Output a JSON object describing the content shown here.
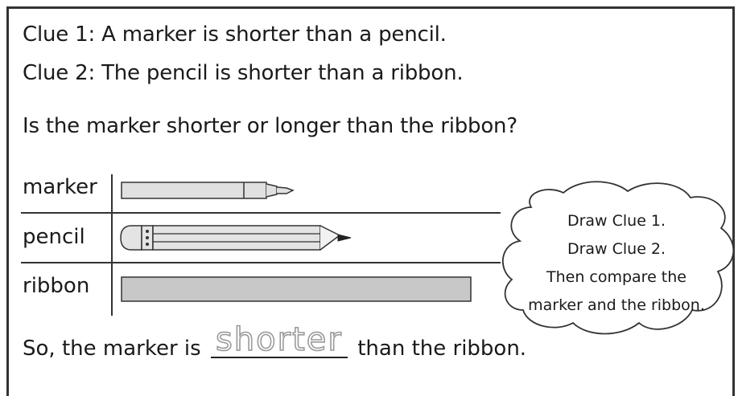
{
  "clues": {
    "clue1": "Clue 1: A marker is shorter than a pencil.",
    "clue2": "Clue 2: The pencil is shorter than a ribbon."
  },
  "question": "Is the marker shorter or longer than the ribbon?",
  "table": {
    "rows": [
      {
        "label": "marker",
        "object": "marker-drawing"
      },
      {
        "label": "pencil",
        "object": "pencil-drawing"
      },
      {
        "label": "ribbon",
        "object": "ribbon-bar"
      }
    ]
  },
  "hint_cloud": {
    "lines": [
      "Draw Clue 1.",
      "Draw Clue 2.",
      "Then compare the",
      "marker and the ribbon."
    ]
  },
  "answer": {
    "prefix": "So, the marker is",
    "blank_value": "shorter",
    "suffix": "than the ribbon."
  },
  "colors": {
    "marker_fill": "#e0e0e0",
    "pencil_fill": "#e4e4e4",
    "ribbon_fill": "#c8c8c8",
    "lines": "#333333"
  }
}
